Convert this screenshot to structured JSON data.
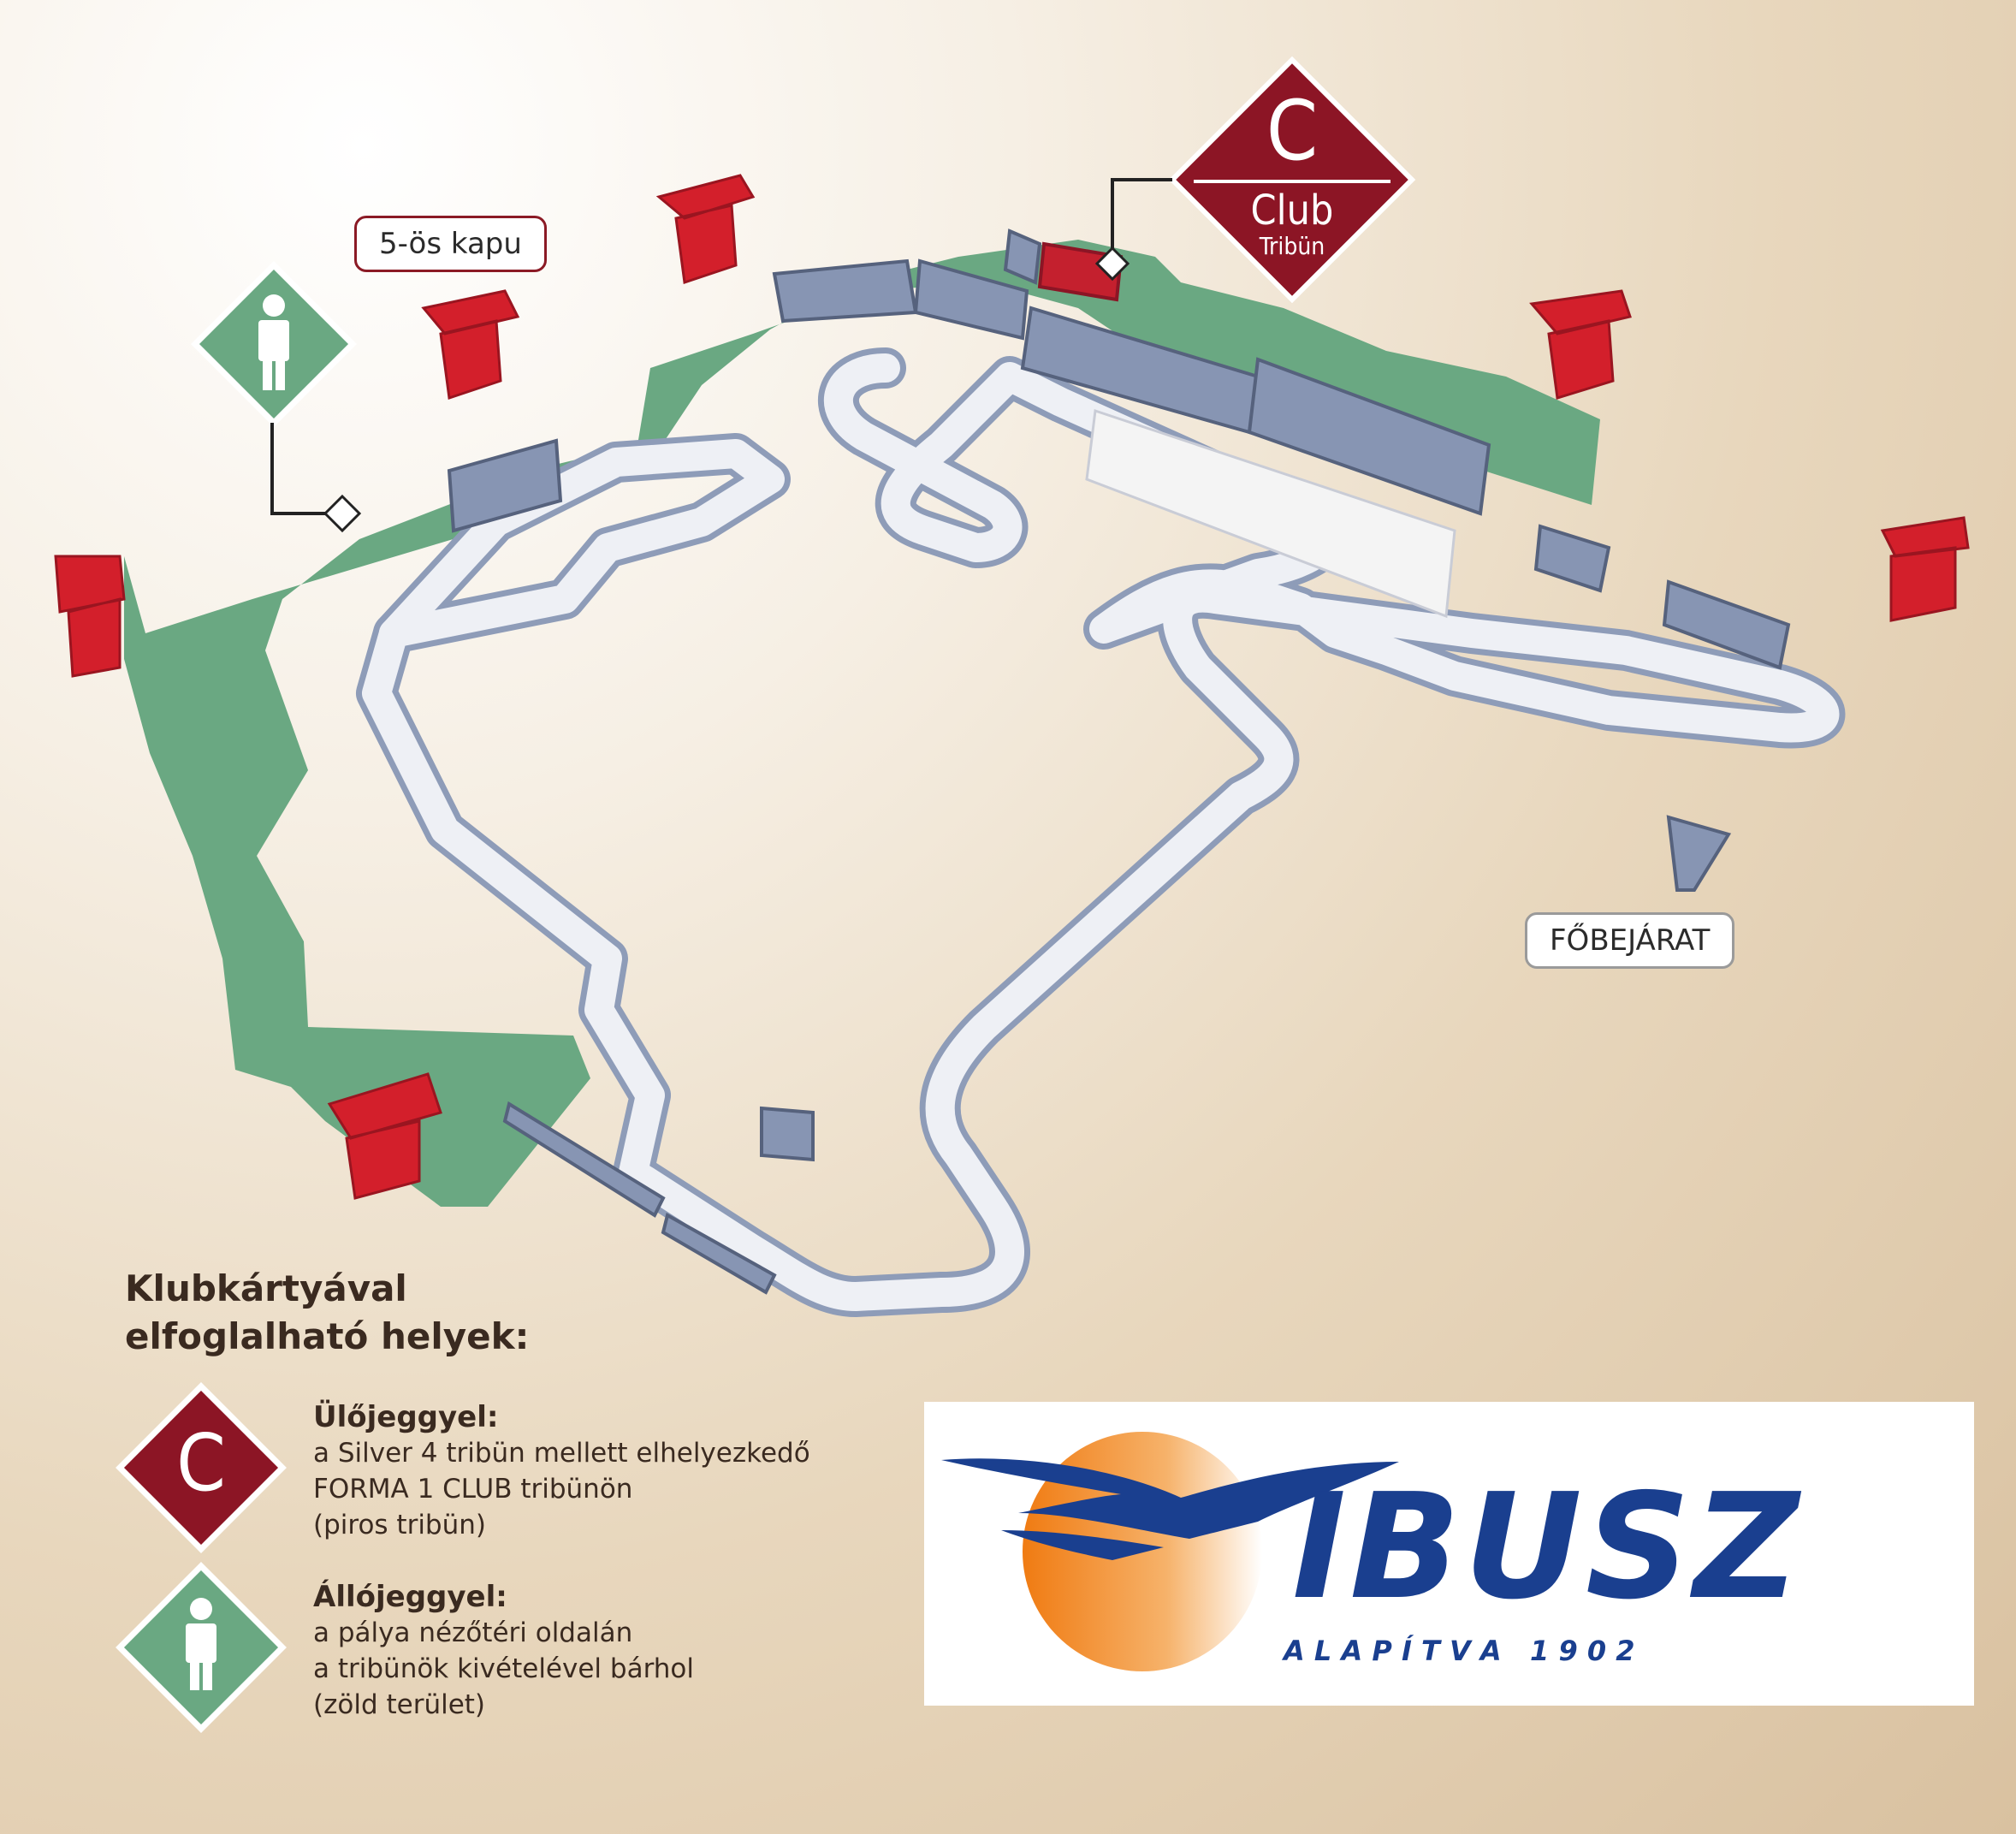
{
  "map": {
    "gate_label": "5-ös kapu",
    "main_entrance_label": "FŐBEJÁRAT",
    "club_sign": {
      "letter": "C",
      "name": "Club",
      "sub": "Tribün"
    }
  },
  "legend": {
    "title_line1": "Klubkártyával",
    "title_line2": "elfoglalható helyek:",
    "seated": {
      "letter": "C",
      "heading": "Ülőjeggyel:",
      "lines": [
        "a Silver 4 tribün mellett elhelyezkedő",
        "FORMA 1 CLUB tribünön",
        "(piros tribün)"
      ]
    },
    "standing": {
      "heading": "Állójeggyel:",
      "lines": [
        "a pálya nézőtéri oldalán",
        "a tribünök kivételével bárhol",
        "(zöld terület)"
      ]
    }
  },
  "logo": {
    "name": "IBUSZ",
    "tagline": "A L A P Í T V A   1 9 0 2"
  },
  "colors": {
    "green_zone": "#6aa882",
    "club_red": "#8c1525",
    "track": "#eef0f5",
    "ibusz_blue": "#1a3f8f",
    "ibusz_orange": "#f28a1e"
  }
}
